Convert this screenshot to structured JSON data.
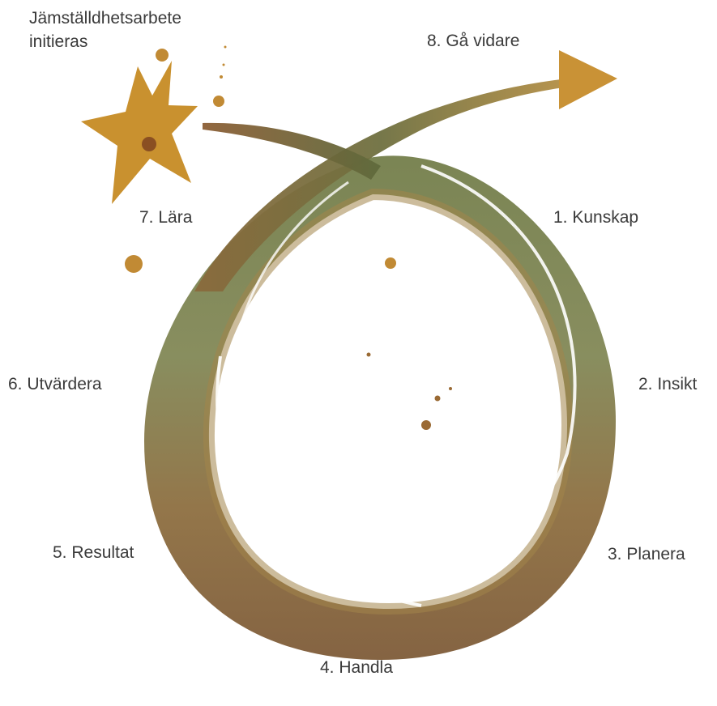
{
  "diagram": {
    "start_label_line1": "Jämställdhetsarbete",
    "start_label_line2": "initieras",
    "steps": [
      {
        "label": "1. Kunskap"
      },
      {
        "label": "2. Insikt"
      },
      {
        "label": "3. Planera"
      },
      {
        "label": "4. Handla"
      },
      {
        "label": "5. Resultat"
      },
      {
        "label": "6. Utvärdera"
      },
      {
        "label": "7. Lära"
      },
      {
        "label": "8. Gå vidare"
      }
    ],
    "colors": {
      "star": "#c9912f",
      "loop_green": "#7d7c45",
      "loop_brown": "#8a5a2e",
      "loop_olive": "#9a8a4c",
      "arrow_head": "#c99236",
      "text": "#3a3a3a"
    }
  }
}
